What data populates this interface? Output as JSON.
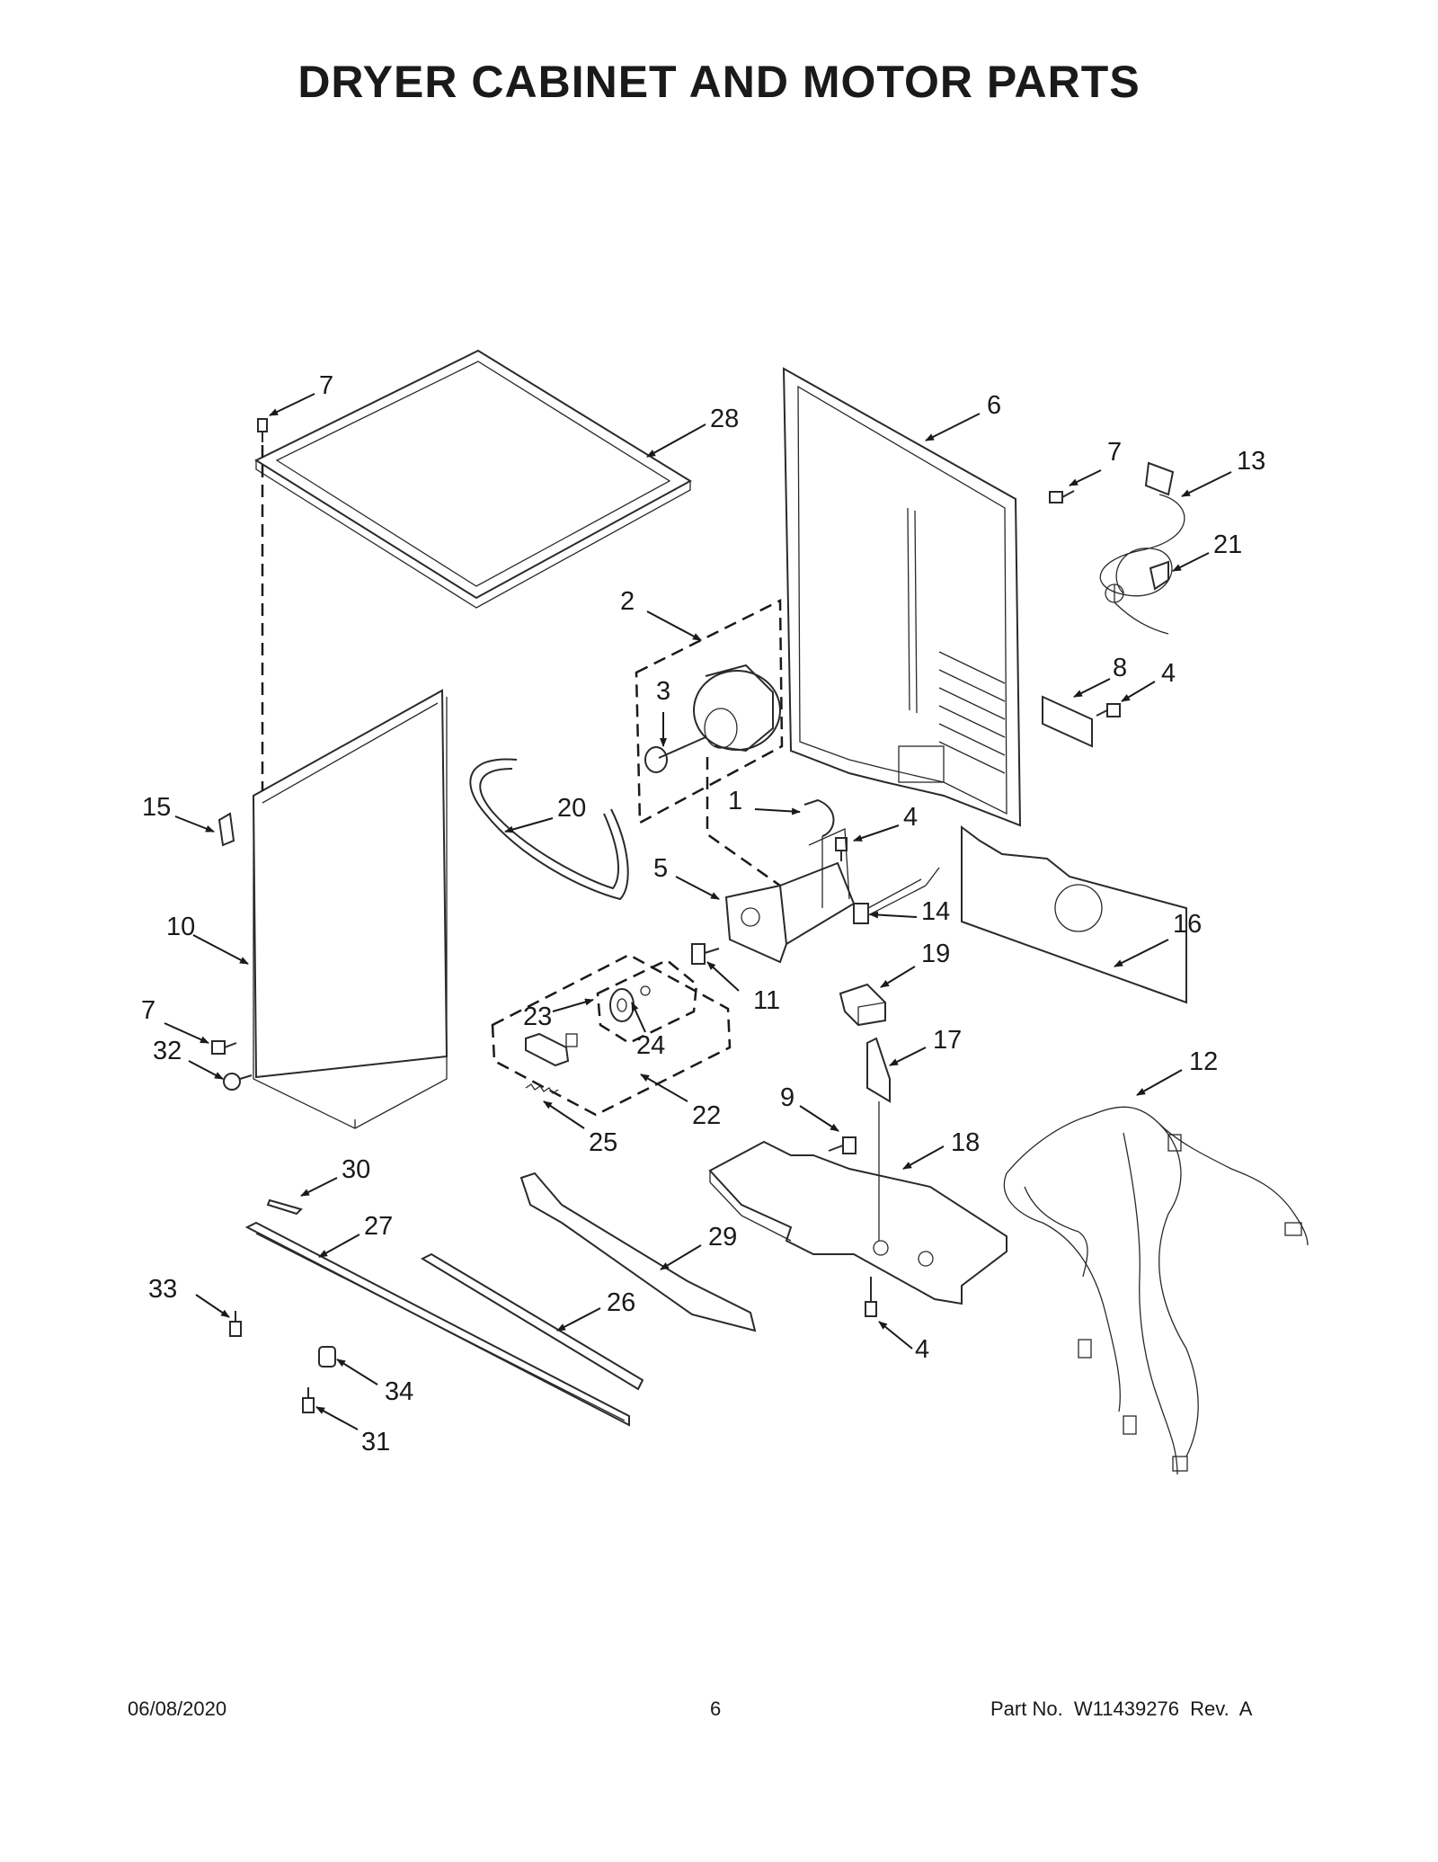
{
  "title": "DRYER CABINET AND MOTOR PARTS",
  "callouts": [
    {
      "id": "top-7",
      "label": "7"
    },
    {
      "id": "28",
      "label": "28"
    },
    {
      "id": "6",
      "label": "6"
    },
    {
      "id": "right-7",
      "label": "7"
    },
    {
      "id": "13",
      "label": "13"
    },
    {
      "id": "21",
      "label": "21"
    },
    {
      "id": "2",
      "label": "2"
    },
    {
      "id": "3",
      "label": "3"
    },
    {
      "id": "8",
      "label": "8"
    },
    {
      "id": "right-4",
      "label": "4"
    },
    {
      "id": "15",
      "label": "15"
    },
    {
      "id": "20",
      "label": "20"
    },
    {
      "id": "1",
      "label": "1"
    },
    {
      "id": "mid-4",
      "label": "4"
    },
    {
      "id": "5",
      "label": "5"
    },
    {
      "id": "14",
      "label": "14"
    },
    {
      "id": "16",
      "label": "16"
    },
    {
      "id": "10",
      "label": "10"
    },
    {
      "id": "19",
      "label": "19"
    },
    {
      "id": "11",
      "label": "11"
    },
    {
      "id": "left-7",
      "label": "7"
    },
    {
      "id": "23",
      "label": "23"
    },
    {
      "id": "24",
      "label": "24"
    },
    {
      "id": "32",
      "label": "32"
    },
    {
      "id": "17",
      "label": "17"
    },
    {
      "id": "12",
      "label": "12"
    },
    {
      "id": "22",
      "label": "22"
    },
    {
      "id": "9",
      "label": "9"
    },
    {
      "id": "25",
      "label": "25"
    },
    {
      "id": "18",
      "label": "18"
    },
    {
      "id": "30",
      "label": "30"
    },
    {
      "id": "27",
      "label": "27"
    },
    {
      "id": "29",
      "label": "29"
    },
    {
      "id": "33",
      "label": "33"
    },
    {
      "id": "26",
      "label": "26"
    },
    {
      "id": "bottom-4",
      "label": "4"
    },
    {
      "id": "34",
      "label": "34"
    },
    {
      "id": "31",
      "label": "31"
    }
  ],
  "footer": {
    "date": "06/08/2020",
    "page": "6",
    "part_no": "Part No.  W11439276  Rev.  A"
  }
}
